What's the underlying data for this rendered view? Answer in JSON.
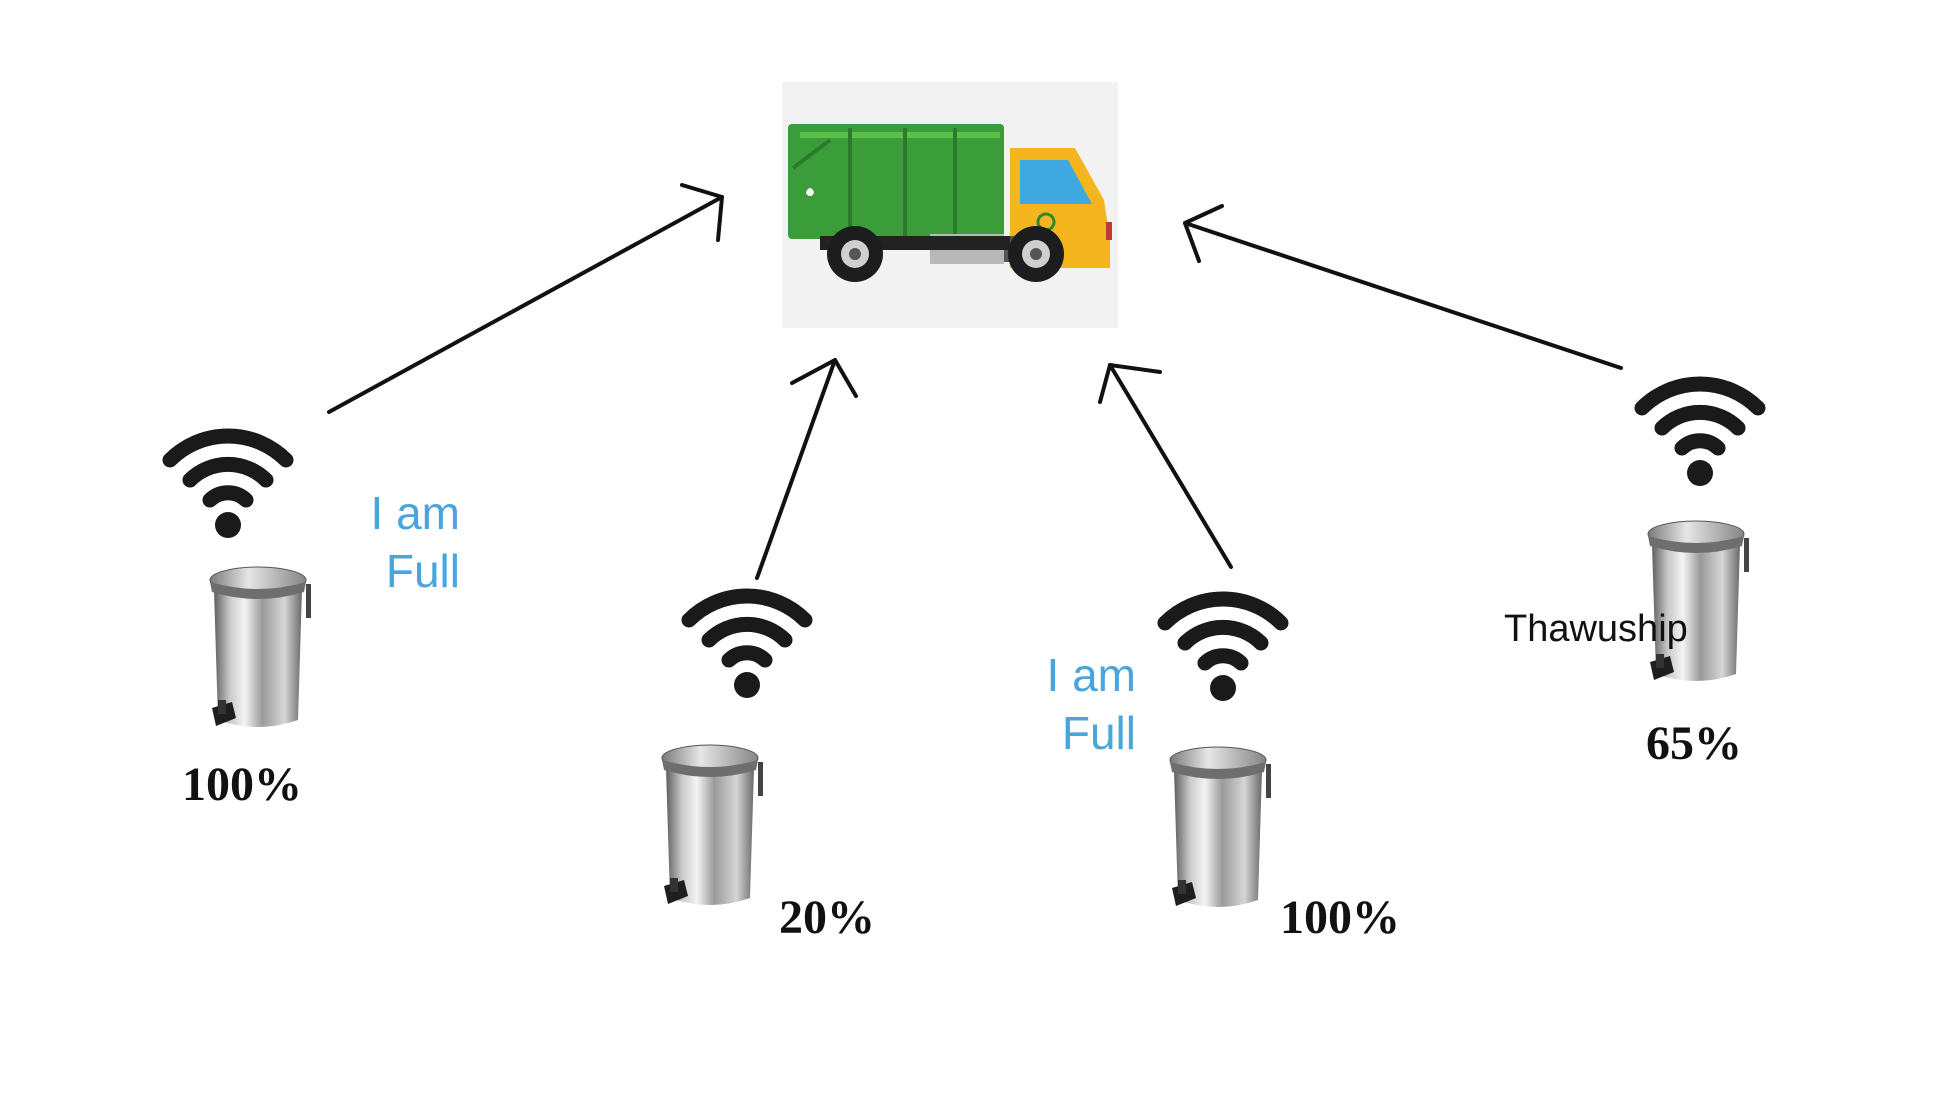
{
  "colors": {
    "message": "#49a5db",
    "arrow": "#111111",
    "wifi": "#1a1a1a",
    "truck_body": "#3a9d3a",
    "truck_cab": "#f5b51f",
    "bin_steel": "#a8a8a8"
  },
  "icons": {
    "truck": "garbage-truck-icon",
    "wifi": "wifi-icon",
    "bin": "trash-bin-icon"
  },
  "bins": [
    {
      "fill_label": "100%",
      "message": [
        "I am",
        "Full"
      ]
    },
    {
      "fill_label": "20%"
    },
    {
      "fill_label": "100%",
      "message": [
        "I am",
        "Full"
      ]
    },
    {
      "fill_label": "65%",
      "tag": "Thawuship"
    }
  ]
}
